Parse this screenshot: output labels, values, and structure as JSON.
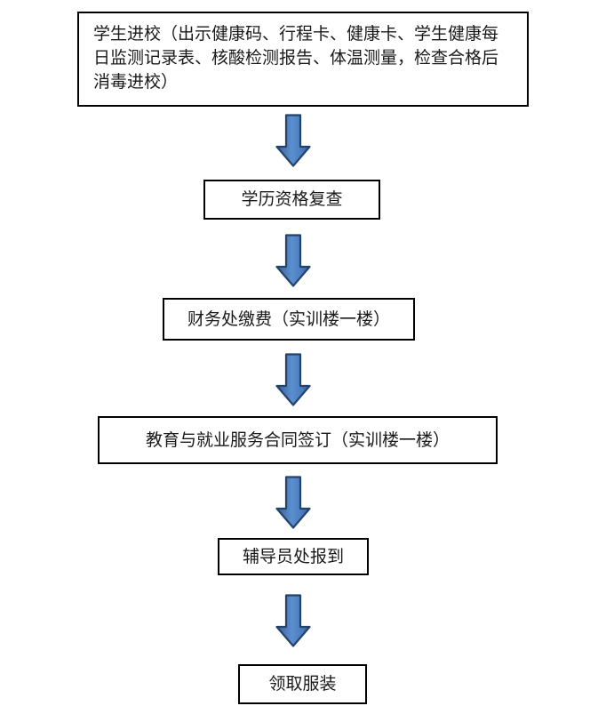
{
  "page": {
    "background_color": "#ffffff"
  },
  "flowchart": {
    "type": "vertical-process-flow",
    "box_border_color": "#000000",
    "box_fill_color": "#ffffff",
    "text_color": "#1a1a1a",
    "arrow": {
      "icon": "down-arrow-icon",
      "fill_center": "#5b8fd0",
      "fill_edge": "#375f94",
      "outline": "#24436b"
    },
    "steps": [
      {
        "label": "学生进校（出示健康码、行程卡、健康卡、学生健康每日监测记录表、核酸检测报告、体温测量，检查合格后消毒进校）"
      },
      {
        "label": "学历资格复查"
      },
      {
        "label": "财务处缴费（实训楼一楼）"
      },
      {
        "label": "教育与就业服务合同签订（实训楼一楼）"
      },
      {
        "label": "辅导员处报到"
      },
      {
        "label": "领取服装"
      }
    ]
  }
}
